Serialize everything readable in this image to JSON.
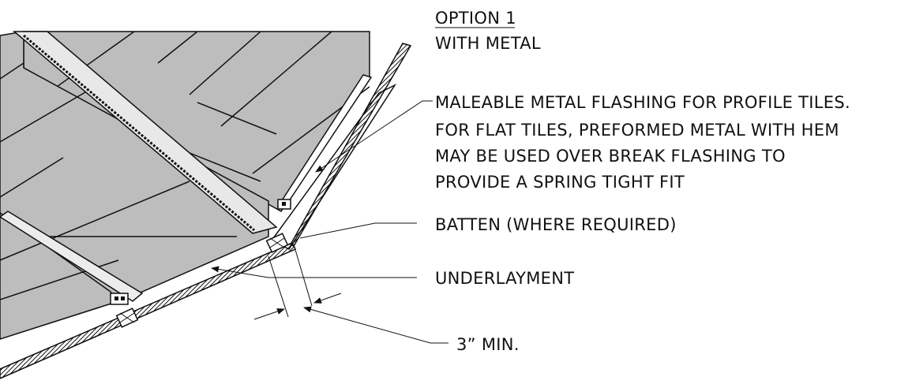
{
  "title": {
    "line1": "OPTION 1",
    "line2": "WITH METAL"
  },
  "callouts": {
    "flashing": {
      "line1": "MALEABLE METAL FLASHING FOR PROFILE TILES.",
      "line2": "FOR FLAT TILES, PREFORMED METAL WITH HEM",
      "line3": "MAY BE USED OVER BREAK FLASHING TO",
      "line4": "PROVIDE A SPRING TIGHT FIT"
    },
    "batten": "BATTEN (WHERE REQUIRED)",
    "underlayment": "UNDERLAYMENT",
    "dimension": "3” MIN."
  },
  "colors": {
    "tile": "#bdbdbd",
    "ink": "#111111",
    "background": "#ffffff"
  }
}
